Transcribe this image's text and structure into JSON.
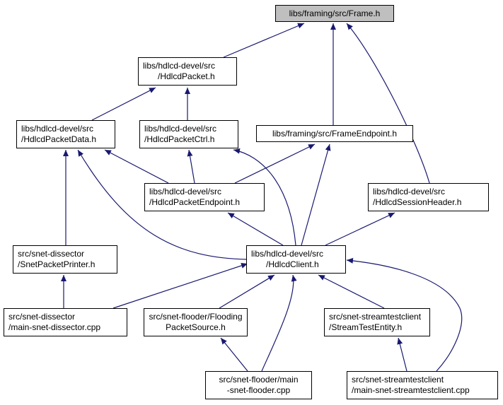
{
  "colors": {
    "edge": "#191970",
    "node_border": "#000000",
    "root_fill": "#bfbfbf",
    "node_fill": "#ffffff"
  },
  "nodes": {
    "frame_h": {
      "lines": [
        "libs/framing/src/Frame.h"
      ]
    },
    "hdlcd_packet_h": {
      "lines": [
        "libs/hdlcd-devel/src",
        "/HdlcdPacket.h"
      ]
    },
    "hdlcd_packet_data_h": {
      "lines": [
        "libs/hdlcd-devel/src",
        "/HdlcdPacketData.h"
      ]
    },
    "hdlcd_packet_ctrl_h": {
      "lines": [
        "libs/hdlcd-devel/src",
        "/HdlcdPacketCtrl.h"
      ]
    },
    "frame_endpoint_h": {
      "lines": [
        "libs/framing/src/FrameEndpoint.h"
      ]
    },
    "hdlcd_packet_endpoint_h": {
      "lines": [
        "libs/hdlcd-devel/src",
        "/HdlcdPacketEndpoint.h"
      ]
    },
    "hdlcd_session_header_h": {
      "lines": [
        "libs/hdlcd-devel/src",
        "/HdlcdSessionHeader.h"
      ]
    },
    "snet_packet_printer_h": {
      "lines": [
        "src/snet-dissector",
        "/SnetPacketPrinter.h"
      ]
    },
    "hdlcd_client_h": {
      "lines": [
        "libs/hdlcd-devel/src",
        "/HdlcdClient.h"
      ]
    },
    "main_snet_dissector_cpp": {
      "lines": [
        "src/snet-dissector",
        "/main-snet-dissector.cpp"
      ]
    },
    "flooding_packet_source_h": {
      "lines": [
        "src/snet-flooder/Flooding",
        "PacketSource.h"
      ]
    },
    "stream_test_entity_h": {
      "lines": [
        "src/snet-streamtestclient",
        "/StreamTestEntity.h"
      ]
    },
    "main_snet_flooder_cpp": {
      "lines": [
        "src/snet-flooder/main",
        "-snet-flooder.cpp"
      ]
    },
    "main_snet_streamtestclient_cpp": {
      "lines": [
        "src/snet-streamtestclient",
        "/main-snet-streamtestclient.cpp"
      ]
    }
  }
}
